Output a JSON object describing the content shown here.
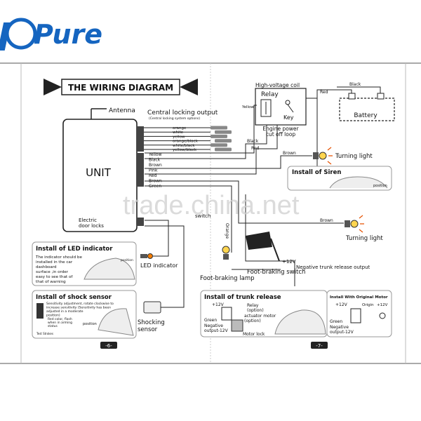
{
  "brand": {
    "logo_text": "Pure",
    "color": "#1565c0"
  },
  "title": "THE WIRING DIAGRAM",
  "unit": {
    "label": "UNIT",
    "antenna": "Antenna",
    "electric_door_locks": "Electric\ndoor locks",
    "central_locking_output": "Central locking output",
    "central_locking_sub": "(Central locking system options)",
    "central_wires": [
      "orange",
      "white",
      "yellow",
      "orange/black",
      "white/black",
      "yellow/black"
    ],
    "side_wires": [
      "Yellow",
      "Black",
      "Brown",
      "Pink",
      "Red",
      "Brown",
      "Green"
    ]
  },
  "relay_box": {
    "title": "High-voltage coil",
    "relay": "Relay",
    "key": "Key",
    "engine": "Engine power\ncut off loop",
    "yellow": "Yellow",
    "black": "Black",
    "red": "Red"
  },
  "battery": {
    "label": "Battery",
    "red": "Red",
    "black": "Black"
  },
  "turning_light_top": {
    "label": "Turning light",
    "wire": "Brown"
  },
  "turning_light_bottom": {
    "label": "Turning light",
    "wire": "Brown"
  },
  "siren": {
    "title": "Install of Siren",
    "position": "position"
  },
  "foot_brake": {
    "switch": "Foot-braking switch",
    "lamp": "Foot-braking lamp",
    "plus12": "+12V",
    "orange": "Orange",
    "switch_partial": "switch"
  },
  "negative_trunk": "Negative trunk release output",
  "led": {
    "title": "Install of LED indicator",
    "text": "The indicator should be installed in the car dashboard surface ,in order easy to see that of warning",
    "position": "position",
    "label": "LED indicator"
  },
  "shock": {
    "title": "Install of shock sensor",
    "text": "Sensitivity adjustment, rotate clockwise to increase sensitivity (Sensitivity has been adjusted in a moderate position)",
    "led_note": "Red color, flash when in arming status",
    "position": "position",
    "test": "Test Strokes",
    "sensor_label": "Shocking\nsensor"
  },
  "trunk": {
    "title": "Install of trunk release",
    "plus12": "+12V",
    "relay": "Relay\n(option)",
    "actuator": "actuator motor\n(option)",
    "green": "Green",
    "neg_out": "Negative\noutput-12V",
    "motor_lock": "Motor lock"
  },
  "original_motor": {
    "title": "Install With Original Motor",
    "plus12": "+12V",
    "origin": "Origin",
    "plus12b": "+12V",
    "green": "Green",
    "neg_out": "Negative\noutput-12V"
  },
  "pages": {
    "left": "-6-",
    "right": "-7-"
  },
  "watermark": "trade.china.net"
}
